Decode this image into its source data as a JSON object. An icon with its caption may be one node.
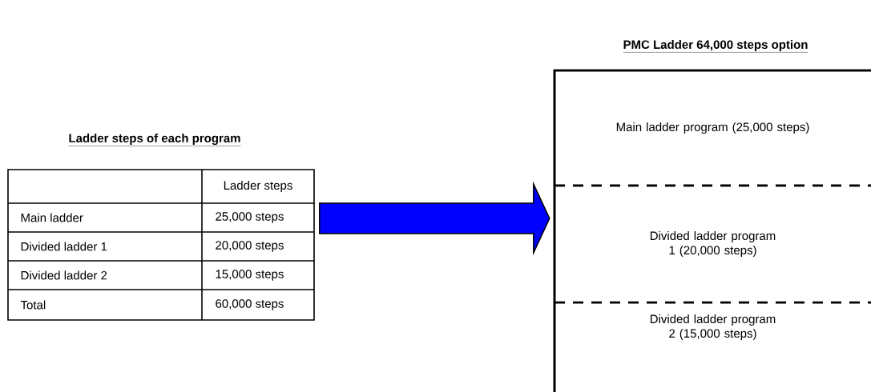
{
  "diagram": {
    "nodes": [
      {
        "text": [
          "Ladder steps of each program"
        ]
      },
      {
        "text": [
          "PMC Ladder 64,000 steps option"
        ]
      },
      {
        "text": [
          "Main ladder program (25,000 steps)"
        ],
        "in": 1
      },
      {
        "text": [
          "Divided ladder program 1 (20,000 steps)"
        ],
        "in": 1
      },
      {
        "text": [
          "Divided ladder program 2 (15,000 steps)"
        ],
        "in": 1
      }
    ],
    "edges": [
      {
        "from": 0,
        "to": 1,
        "arrow": "to"
      }
    ],
    "labels": [
      "Ladder steps",
      "Main ladder",
      "25,000 steps",
      "Divided ladder 1",
      "20,000 steps",
      "Divided ladder 2",
      "15,000 steps",
      "Total",
      "60,000 steps"
    ]
  }
}
